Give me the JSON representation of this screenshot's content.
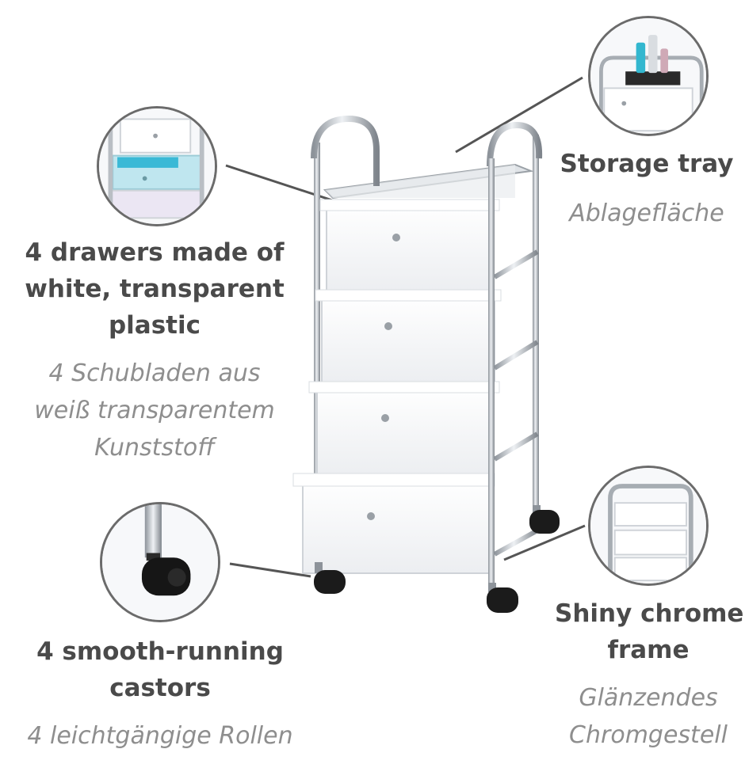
{
  "features": {
    "drawers": {
      "title_lines": [
        "4 drawers made of",
        "white, transparent",
        "plastic"
      ],
      "subtitle_lines": [
        "4 Schubladen aus",
        "weiß transparentem",
        "Kunststoff"
      ]
    },
    "tray": {
      "title_lines": [
        "Storage tray"
      ],
      "subtitle_lines": [
        "Ablagefläche"
      ]
    },
    "castors": {
      "title_lines": [
        "4 smooth-running",
        "castors"
      ],
      "subtitle_lines": [
        "4 leichtgängige Rollen"
      ]
    },
    "frame": {
      "title_lines": [
        "Shiny chrome",
        "frame"
      ],
      "subtitle_lines": [
        "Glänzendes",
        "Chromgestell"
      ]
    }
  },
  "colors": {
    "title": "#4a4a4a",
    "subtitle": "#8e8e8e",
    "chrome": "#b9bec4",
    "leader": "#555555",
    "drawer": "#f4f5f7"
  }
}
